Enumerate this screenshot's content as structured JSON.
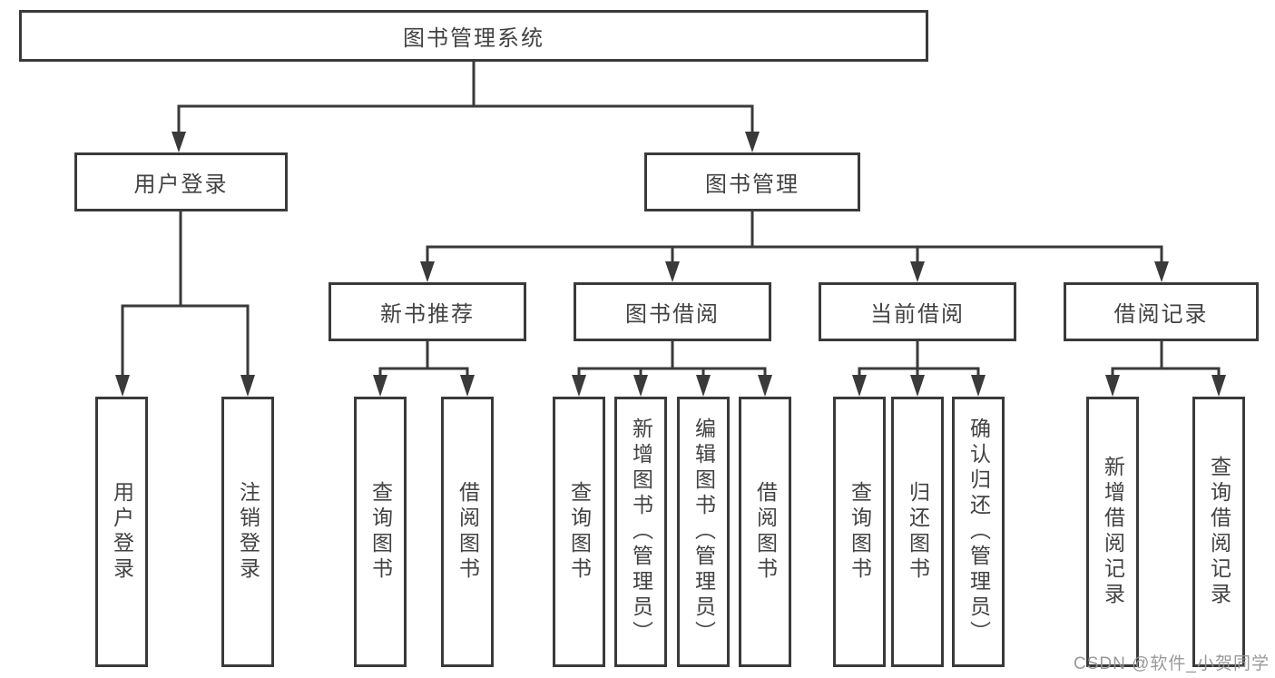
{
  "nodes": {
    "root": {
      "label": "图书管理系统"
    },
    "level2": [
      {
        "id": "user-login",
        "label": "用户登录"
      },
      {
        "id": "book-management",
        "label": "图书管理"
      }
    ],
    "level3": [
      {
        "id": "new-book-recommendation",
        "label": "新书推荐",
        "parent": "图书管理"
      },
      {
        "id": "book-borrowing",
        "label": "图书借阅",
        "parent": "图书管理"
      },
      {
        "id": "current-borrowing",
        "label": "当前借阅",
        "parent": "图书管理"
      },
      {
        "id": "borrowing-records",
        "label": "借阅记录",
        "parent": "图书管理"
      }
    ],
    "leaves": [
      {
        "id": "user-login",
        "label": "用户登录",
        "parent": "用户登录"
      },
      {
        "id": "logout",
        "label": "注销登录",
        "parent": "用户登录"
      },
      {
        "id": "query-books-recommend",
        "label": "查询图书",
        "parent": "新书推荐"
      },
      {
        "id": "borrow-books-recommend",
        "label": "借阅图书",
        "parent": "新书推荐"
      },
      {
        "id": "query-books-borrowing",
        "label": "查询图书",
        "parent": "图书借阅"
      },
      {
        "id": "add-books-admin",
        "label": "新增图书（管理员）",
        "parent": "图书借阅"
      },
      {
        "id": "edit-books-admin",
        "label": "编辑图书（管理员）",
        "parent": "图书借阅"
      },
      {
        "id": "borrow-books-borrowing",
        "label": "借阅图书",
        "parent": "图书借阅"
      },
      {
        "id": "query-books-current",
        "label": "查询图书",
        "parent": "当前借阅"
      },
      {
        "id": "return-books",
        "label": "归还图书",
        "parent": "当前借阅"
      },
      {
        "id": "confirm-return-admin",
        "label": "确认归还（管理员）",
        "parent": "当前借阅"
      },
      {
        "id": "add-borrow-record",
        "label": "新增借阅记录",
        "parent": "借阅记录"
      },
      {
        "id": "query-borrow-record",
        "label": "查询借阅记录",
        "parent": "借阅记录"
      }
    ]
  },
  "watermark": {
    "text": "CSDN @软件_小贺同学"
  },
  "colors": {
    "line": "#3a3a3a",
    "text": "#424242",
    "background": "#ffffff",
    "watermark": "#949494"
  }
}
